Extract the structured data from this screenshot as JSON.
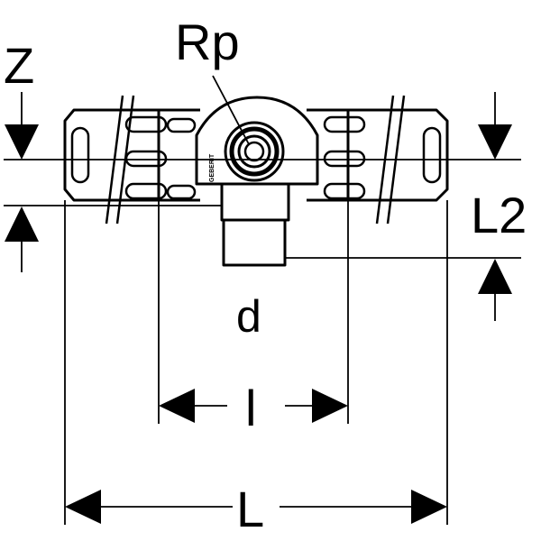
{
  "labels": {
    "rp": "Rp",
    "z": "Z",
    "l2": "L2",
    "d": "d",
    "l_small": "l",
    "l_big": "L"
  },
  "brand": "GEBERIT",
  "colors": {
    "line": "#000000",
    "background": "#ffffff"
  }
}
